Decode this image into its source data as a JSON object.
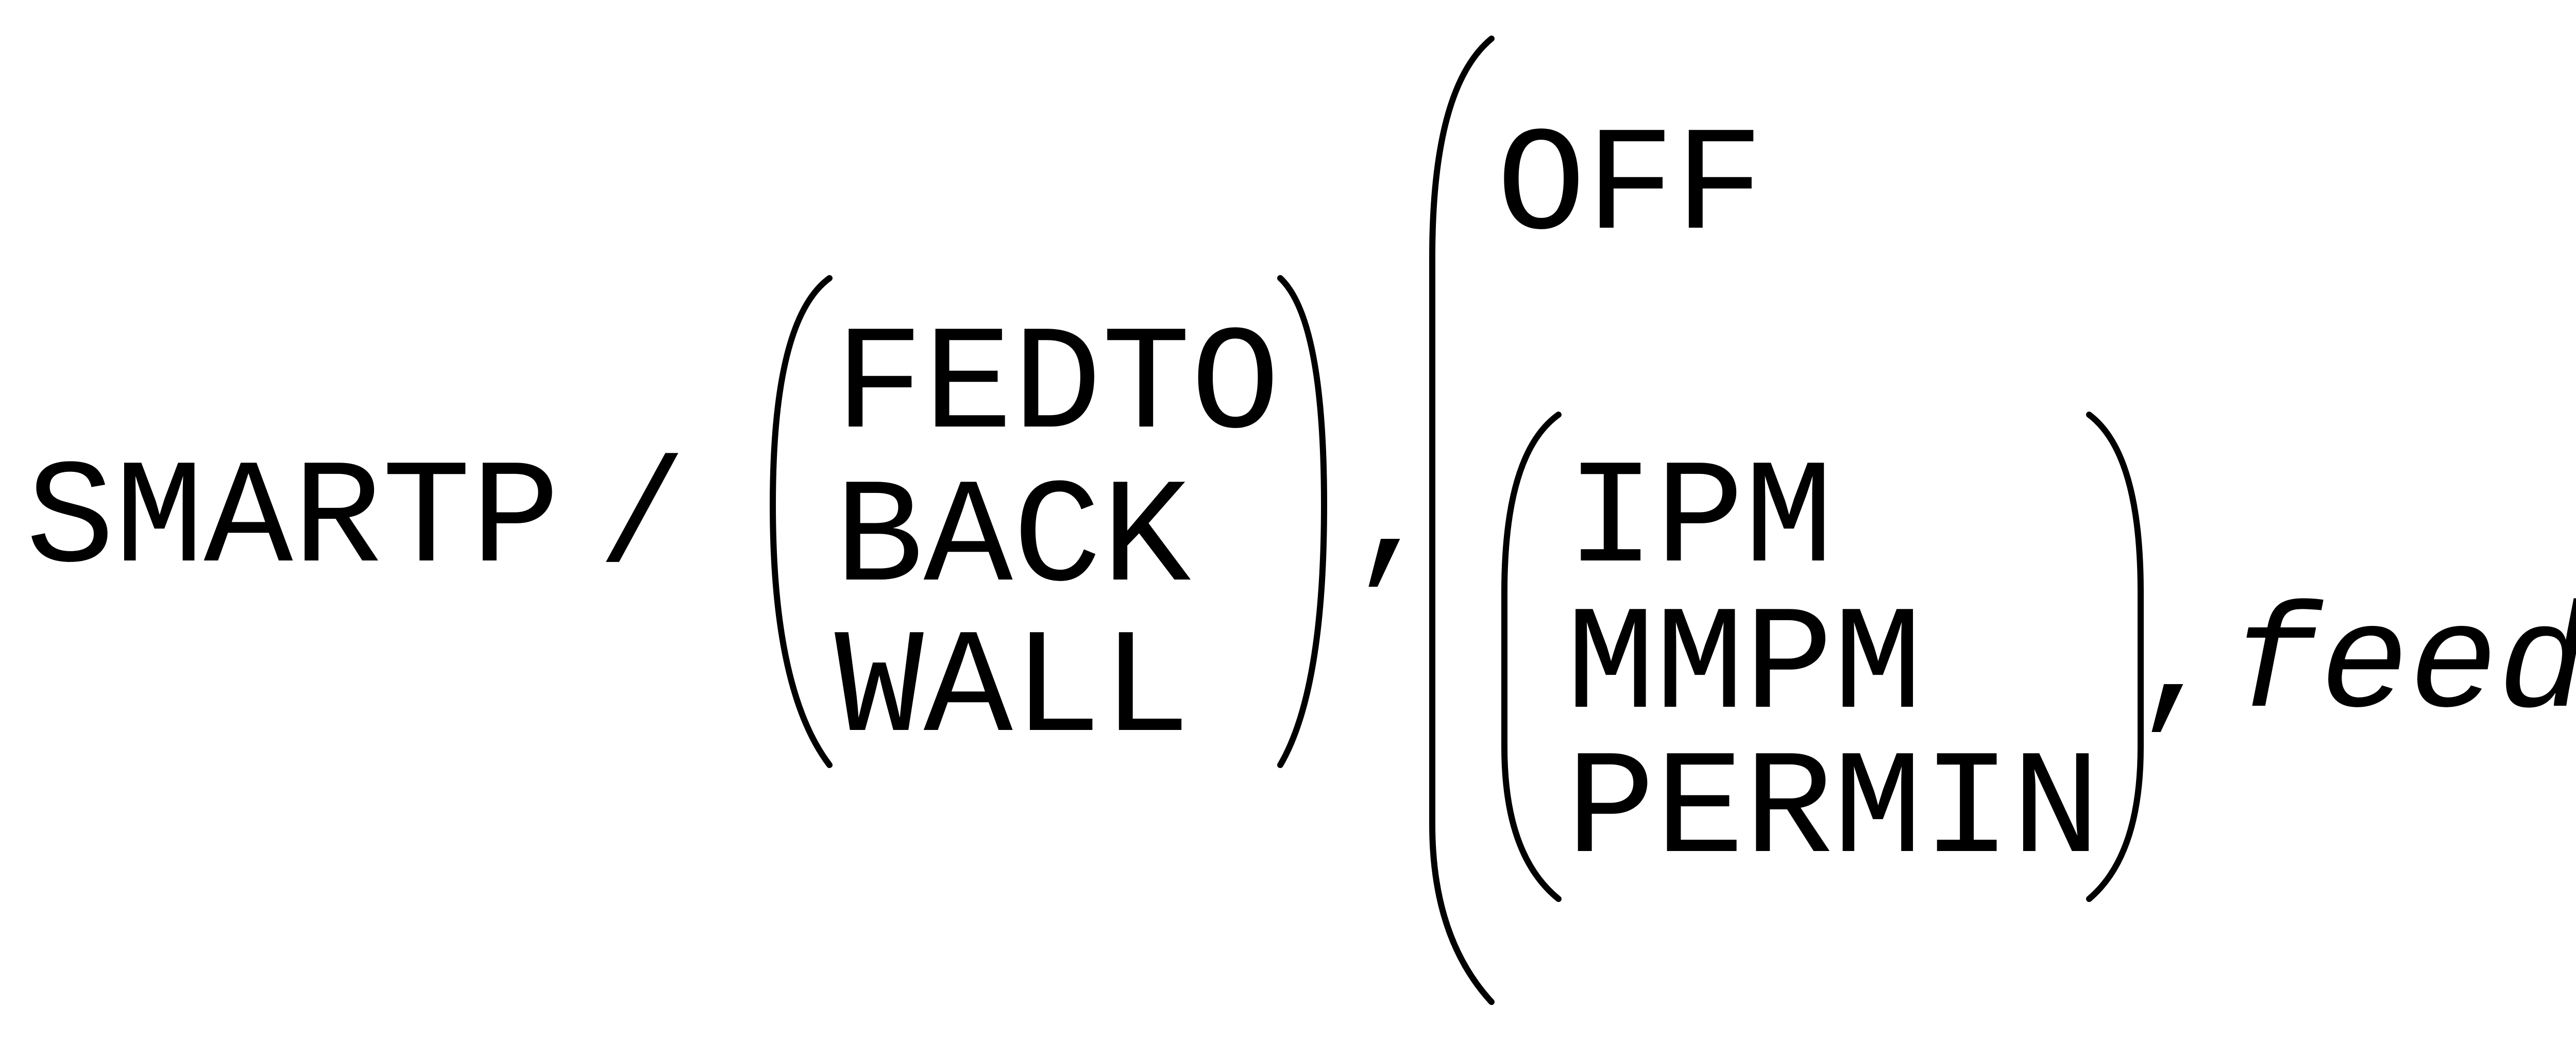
{
  "syntax": {
    "command": "SMARTP",
    "separator": "/",
    "mode_options": [
      "FEDTO",
      "BACK",
      "WALL"
    ],
    "comma_1": ",",
    "off_option": "OFF",
    "unit_options": [
      "IPM",
      "MMPM",
      "PERMIN"
    ],
    "comma_2": ",",
    "feed_param": "feed"
  }
}
